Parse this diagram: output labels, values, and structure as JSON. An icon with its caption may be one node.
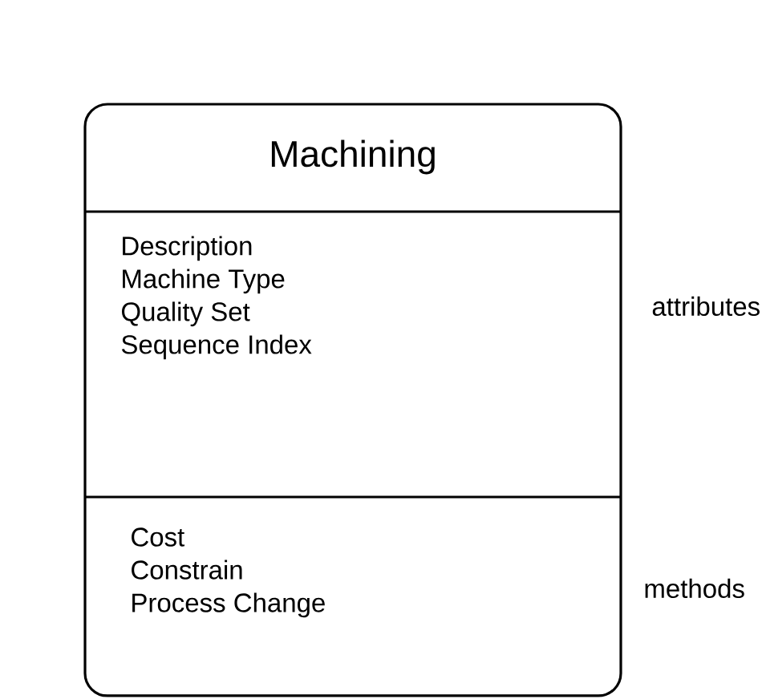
{
  "diagram": {
    "nodes": [
      {
        "text": [
          "Machining"
        ]
      },
      {
        "text": [
          "Description",
          "Machine Type",
          "Quality Set",
          "Sequence Index"
        ],
        "in": 0
      },
      {
        "text": [
          "Cost",
          "Constrain",
          "Process Change"
        ],
        "in": 0
      }
    ],
    "labels": [
      "attributes",
      "methods"
    ]
  }
}
